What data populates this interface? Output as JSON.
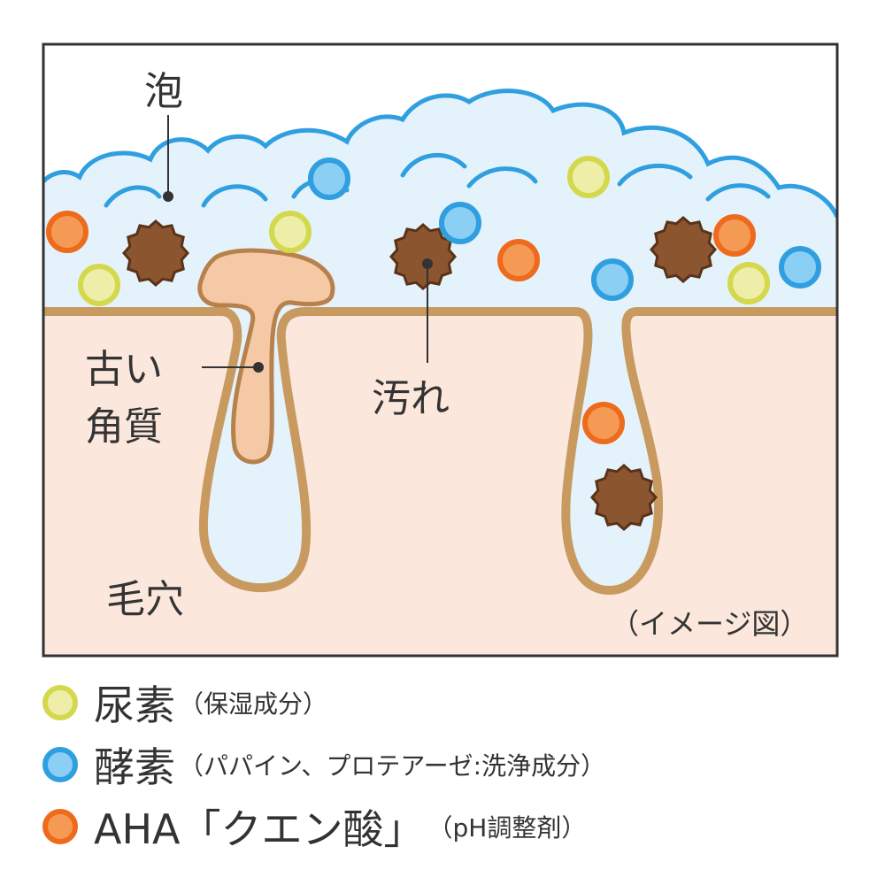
{
  "labels": {
    "foam": "泡",
    "old_keratin_line1": "古い",
    "old_keratin_line2": "角質",
    "dirt": "汚れ",
    "pore": "毛穴",
    "image_note": "（イメージ図）"
  },
  "legend": [
    {
      "main": "尿素",
      "sub": "（保湿成分）",
      "color": "#d4d84c",
      "fill": "#eeeea8"
    },
    {
      "main": "酵素",
      "sub": "（パパイン、プロテアーゼ:洗浄成分）",
      "color": "#2f9fe0",
      "fill": "#8ccff5"
    },
    {
      "main": "AHA「クエン酸」",
      "sub": "（pH調整剤）",
      "color": "#ee6a1c",
      "fill": "#f59a55"
    }
  ],
  "colors": {
    "skin": "#fbe7dc",
    "skin_line": "#c99a5f",
    "foam_fill": "#e4f2fb",
    "foam_line": "#2f9fe0",
    "dirt_fill": "#8b5530",
    "dirt_line": "#5a3217",
    "keratin_fill": "#f5c9a6",
    "keratin_line": "#b7814c"
  }
}
